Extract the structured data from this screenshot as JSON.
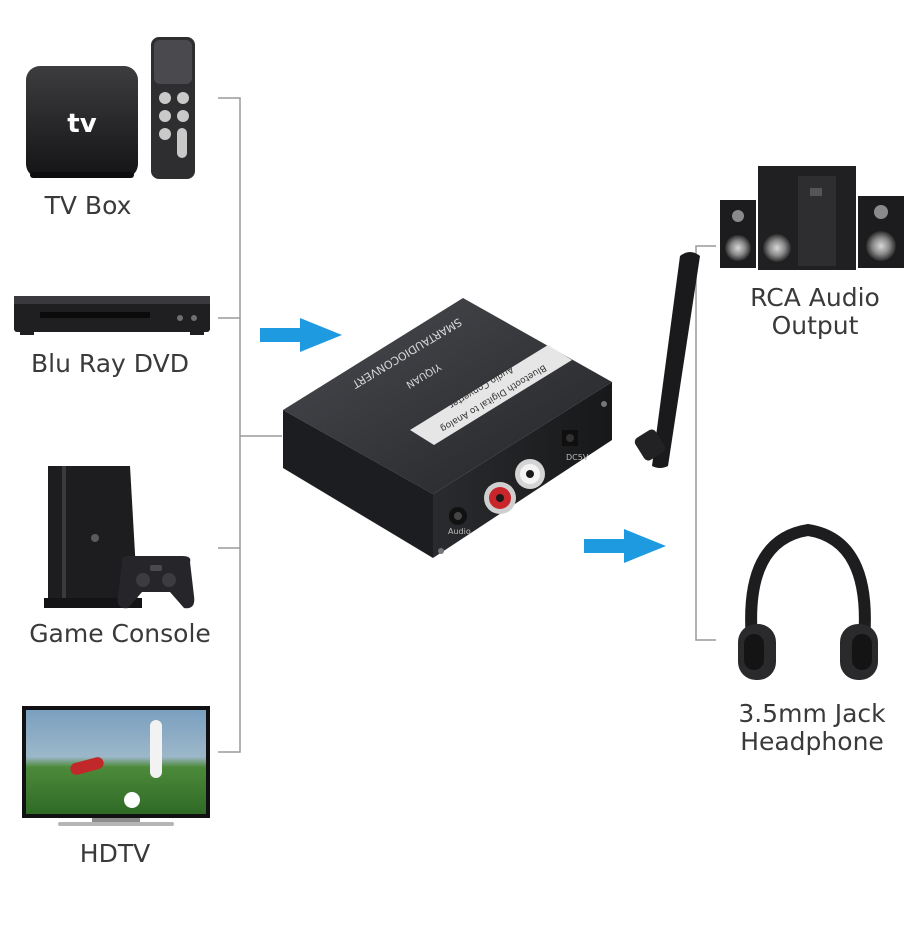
{
  "sources": [
    {
      "id": "tv-box",
      "label": "TV Box",
      "icon": "tv-box-icon",
      "device_text": "tv"
    },
    {
      "id": "blu-ray",
      "label": "Blu Ray DVD",
      "icon": "blu-ray-player-icon"
    },
    {
      "id": "game-console",
      "label": "Game Console",
      "icon": "game-console-icon"
    },
    {
      "id": "hdtv",
      "label": "HDTV",
      "icon": "hdtv-icon"
    }
  ],
  "outputs": [
    {
      "id": "rca",
      "label_lines": [
        "RCA Audio",
        "Output"
      ],
      "icon": "speaker-system-icon"
    },
    {
      "id": "headphone",
      "label_lines": [
        "3.5mm Jack",
        "Headphone"
      ],
      "icon": "headphone-icon"
    }
  ],
  "converter": {
    "icon": "audio-converter-device-icon",
    "top_text_1": "SMARTAUDIOCONVERT",
    "top_text_2": "YIQUAN",
    "panel_text_1": "Bluetooth Digital to Analog",
    "panel_text_2": "Audio Converter",
    "port_label_audio": "Audio",
    "port_label_dc": "DC5V"
  },
  "colors": {
    "arrow": "#1e9ae0",
    "line": "#9a9a9a",
    "text": "#3a3a3a",
    "device": "#2b2b2d"
  }
}
